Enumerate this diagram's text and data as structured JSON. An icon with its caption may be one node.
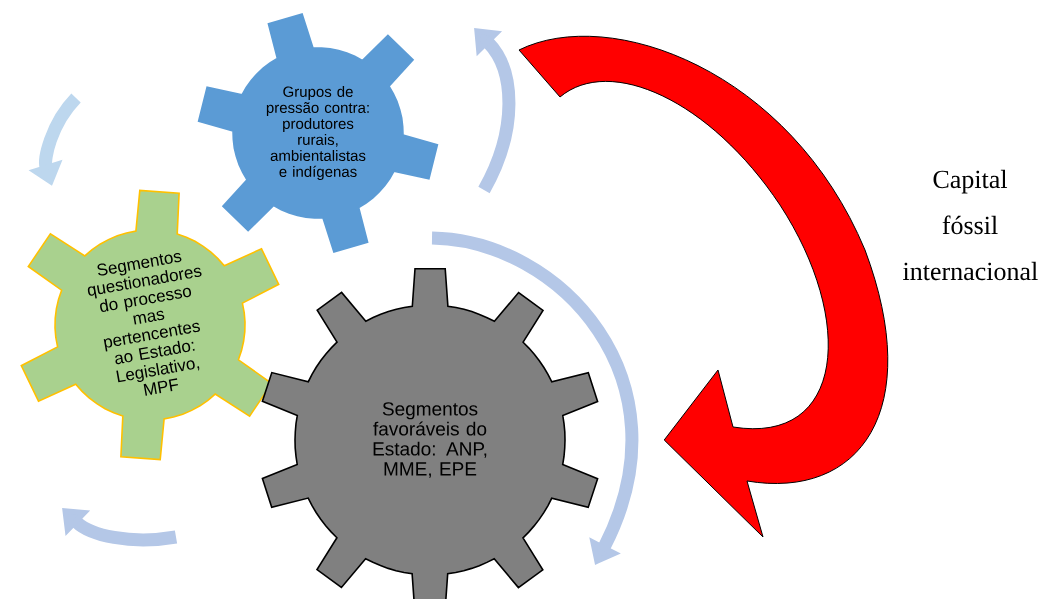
{
  "diagram": {
    "nodes": [
      {
        "text": [
          "Grupos de pressão contra: produtores rurais, ambientalistas e indígenas"
        ]
      },
      {
        "text": [
          "Segmentos questionadores do processo mas pertencentes ao  Estado: Legislativo, MPF"
        ]
      },
      {
        "text": [
          "Segmentos favoráveis do Estado: ANP, MME, EPE"
        ]
      }
    ],
    "edges": [
      {
        "from": null,
        "to": 2,
        "arrow": "to"
      }
    ],
    "labels": [
      "Capital fóssil internacional"
    ]
  }
}
